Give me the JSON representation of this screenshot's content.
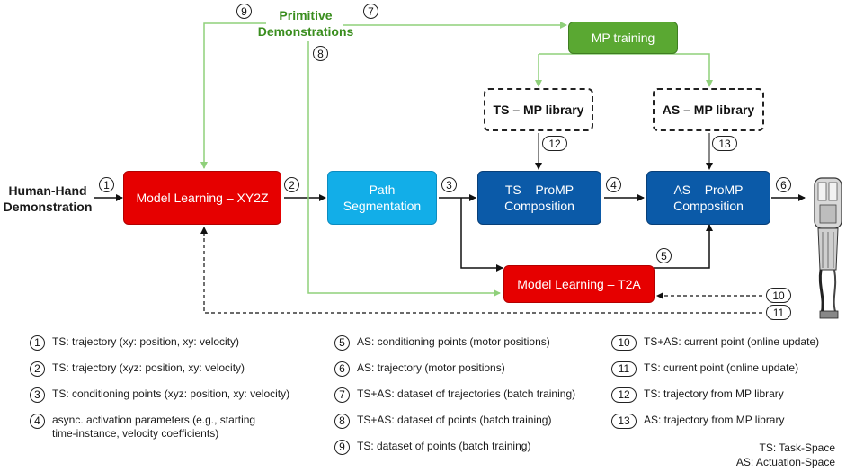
{
  "nodes": {
    "human_hand": "Human-Hand\nDemonstration",
    "primitive": "Primitive\nDemonstrations",
    "mp_training": "MP training",
    "ts_library": "TS – MP library",
    "as_library": "AS – MP library",
    "model_xy2z": "Model Learning – XY2Z",
    "path_seg": "Path\nSegmentation",
    "ts_promp": "TS – ProMP\nComposition",
    "as_promp": "AS – ProMP\nComposition",
    "model_t2a": "Model Learning – T2A"
  },
  "numbers": [
    "1",
    "2",
    "3",
    "4",
    "5",
    "6",
    "7",
    "8",
    "9",
    "10",
    "11",
    "12",
    "13"
  ],
  "legend": [
    {
      "n": "1",
      "text": "TS: trajectory (xy: position, xy: velocity)"
    },
    {
      "n": "2",
      "text": "TS: trajectory (xyz: position, xy: velocity)"
    },
    {
      "n": "3",
      "text": "TS: conditioning points (xyz: position, xy: velocity)"
    },
    {
      "n": "4",
      "text": "async. activation parameters (e.g., starting\ntime-instance, velocity coefficients)"
    },
    {
      "n": "5",
      "text": "AS: conditioning points (motor positions)"
    },
    {
      "n": "6",
      "text": "AS: trajectory (motor positions)"
    },
    {
      "n": "7",
      "text": "TS+AS: dataset of trajectories (batch training)"
    },
    {
      "n": "8",
      "text": "TS+AS: dataset of points (batch training)"
    },
    {
      "n": "9",
      "text": "TS: dataset of points (batch training)"
    },
    {
      "n": "10",
      "text": "TS+AS: current point (online update)"
    },
    {
      "n": "11",
      "text": "TS: current point (online update)"
    },
    {
      "n": "12",
      "text": "TS: trajectory from MP library"
    },
    {
      "n": "13",
      "text": "AS: trajectory from MP library"
    }
  ],
  "abbreviations": {
    "ts": "TS: Task-Space",
    "as": "AS: Actuation-Space"
  },
  "colors": {
    "red": "#e60000",
    "blue": "#0b5aa8",
    "cyan": "#12aee8",
    "green": "#5aa832",
    "green_line": "#8fd07a",
    "primitive_text": "#3a8e1e"
  },
  "icons": {
    "robot": "robot-hand-icon"
  }
}
